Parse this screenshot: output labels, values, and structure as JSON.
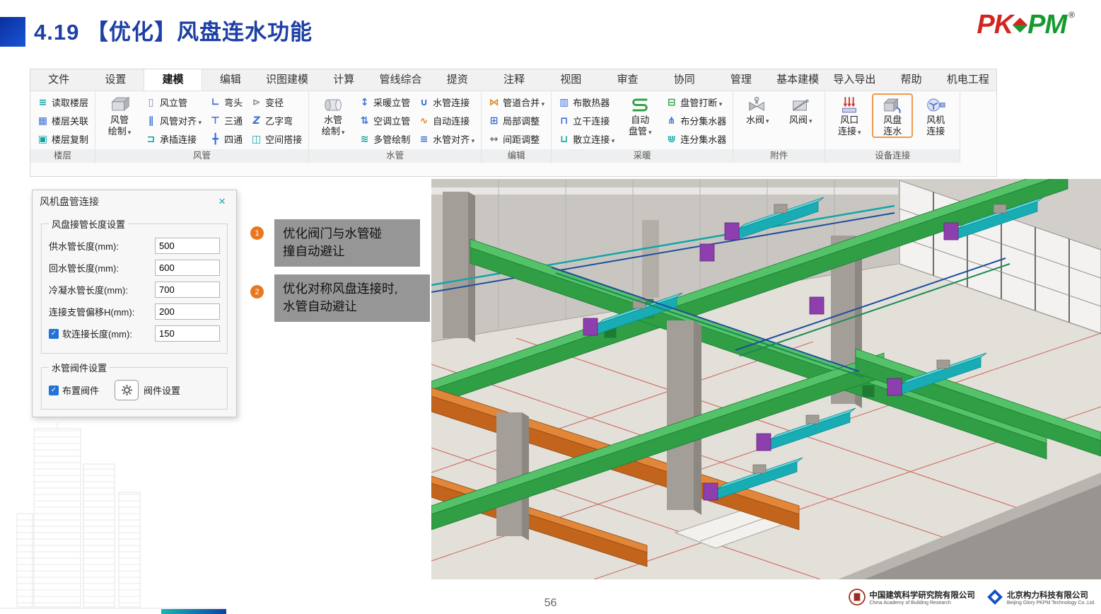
{
  "slide": {
    "title_number": "4.19",
    "title_text": "【优化】风盘连水功能",
    "page_number": "56"
  },
  "brand": {
    "pk": "PK",
    "pm": "PM",
    "reg": "®"
  },
  "ribbon": {
    "tabs": [
      {
        "label": "文件"
      },
      {
        "label": "设置"
      },
      {
        "label": "建模"
      },
      {
        "label": "编辑"
      },
      {
        "label": "识图建模"
      },
      {
        "label": "计算"
      },
      {
        "label": "管线综合"
      },
      {
        "label": "提资"
      },
      {
        "label": "注释"
      },
      {
        "label": "视图"
      },
      {
        "label": "审查"
      },
      {
        "label": "协同"
      },
      {
        "label": "管理"
      },
      {
        "label": "基本建模"
      },
      {
        "label": "导入导出"
      },
      {
        "label": "帮助"
      },
      {
        "label": "机电工程"
      }
    ],
    "active_tab": "建模",
    "groups": {
      "floor": {
        "label": "楼层",
        "items": [
          "读取楼层",
          "楼层关联",
          "楼层复制"
        ]
      },
      "duct": {
        "label": "风管",
        "big_line1": "风管",
        "big_line2": "绘制",
        "col1": [
          "风立管",
          "风管对齐",
          "承插连接"
        ],
        "col2": [
          "弯头",
          "三通",
          "四通"
        ],
        "col3": [
          "变径",
          "乙字弯",
          "空间搭接"
        ]
      },
      "pipe": {
        "label": "水管",
        "big_line1": "水管",
        "big_line2": "绘制",
        "col1": [
          "采暖立管",
          "空调立管",
          "多管绘制"
        ],
        "col2": [
          "水管连接",
          "自动连接",
          "水管对齐"
        ]
      },
      "edit": {
        "label": "编辑",
        "col1": [
          "管道合并",
          "局部调整",
          "间距调整"
        ]
      },
      "heat": {
        "label": "采暖",
        "col1": [
          "布散热器",
          "立干连接",
          "散立连接"
        ],
        "big_line1": "自动",
        "big_line2": "盘管",
        "col2": [
          "盘管打断",
          "布分集水器",
          "连分集水器"
        ]
      },
      "acc": {
        "label": "附件",
        "big1": "水阀",
        "big2": "风阀"
      },
      "dev": {
        "label": "设备连接",
        "big1_line1": "风口",
        "big1_line2": "连接",
        "big2_line1": "风盘",
        "big2_line2": "连水",
        "big3_line1": "风机",
        "big3_line2": "连接"
      }
    }
  },
  "dialog": {
    "title": "风机盘管连接",
    "group1_label": "风盘接管长度设置",
    "fields": [
      {
        "label": "供水管长度(mm):",
        "value": "500"
      },
      {
        "label": "回水管长度(mm):",
        "value": "600"
      },
      {
        "label": "冷凝水管长度(mm):",
        "value": "700"
      },
      {
        "label": "连接支管偏移H(mm):",
        "value": "200"
      }
    ],
    "soft_field": {
      "label": "软连接长度(mm):",
      "value": "150",
      "checked": true
    },
    "group2_label": "水管阀件设置",
    "valve_checkbox_label": "布置阀件",
    "valve_checkbox_checked": true,
    "valve_button_label": "阀件设置"
  },
  "callouts": [
    {
      "number": "1",
      "line1": "优化阀门与水管碰",
      "line2": "撞自动避让"
    },
    {
      "number": "2",
      "line1": "优化对称风盘连接时,",
      "line2": "水管自动避让"
    }
  ],
  "footer": {
    "company1_cn": "中国建筑科学研究院有限公司",
    "company1_en": "China Academy of Building Research",
    "company2_cn": "北京构力科技有限公司",
    "company2_en": "Beijing Glory PKPM Technology Co.,Ltd."
  },
  "colors": {
    "title_blue": "#1d3fa6",
    "highlight_orange": "#ed9a4e",
    "green_duct": "#2f9e44",
    "orange_duct": "#c2641c",
    "cyan_duct": "#18adb5",
    "purple_fcu": "#8e3fae"
  }
}
